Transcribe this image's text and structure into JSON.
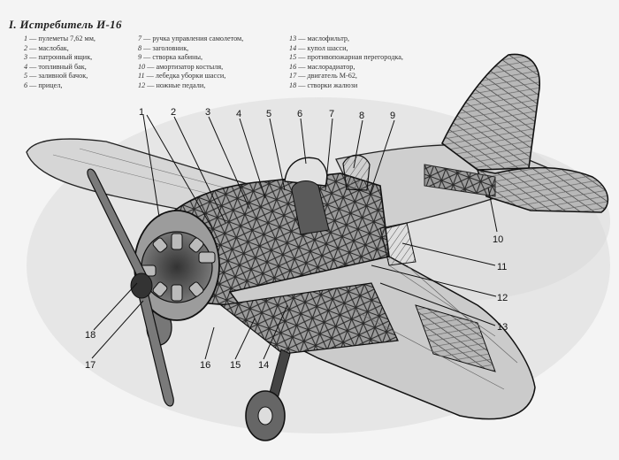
{
  "title": "I. Истребитель И-16",
  "legend": {
    "col1": [
      {
        "num": "1",
        "text": " — пулеметы 7,62 мм,"
      },
      {
        "num": "2",
        "text": " — маслобак,"
      },
      {
        "num": "3",
        "text": " — патронный ящик,"
      },
      {
        "num": "4",
        "text": " — топливный бак,"
      },
      {
        "num": "5",
        "text": " — заливной бачок,"
      },
      {
        "num": "6",
        "text": " — прицел,"
      }
    ],
    "col2": [
      {
        "num": "7",
        "text": " — ручка управления самолетом,"
      },
      {
        "num": "8",
        "text": " — заголовник,"
      },
      {
        "num": "9",
        "text": " — створка кабины,"
      },
      {
        "num": "10",
        "text": " — амортизатор костыля,"
      },
      {
        "num": "11",
        "text": " — лебедка уборки шасси,"
      },
      {
        "num": "12",
        "text": " — ножные педали,"
      }
    ],
    "col3": [
      {
        "num": "13",
        "text": " — маслофильтр,"
      },
      {
        "num": "14",
        "text": " — купол шасси,"
      },
      {
        "num": "15",
        "text": " — противопожарная перегородка,"
      },
      {
        "num": "16",
        "text": " — маслорадиатор,"
      },
      {
        "num": "17",
        "text": " — двигатель М-62,"
      },
      {
        "num": "18",
        "text": " — створки жалюзи"
      }
    ]
  },
  "callouts": [
    "1",
    "2",
    "3",
    "4",
    "5",
    "6",
    "7",
    "8",
    "9",
    "10",
    "11",
    "12",
    "13",
    "14",
    "15",
    "16",
    "17",
    "18"
  ]
}
